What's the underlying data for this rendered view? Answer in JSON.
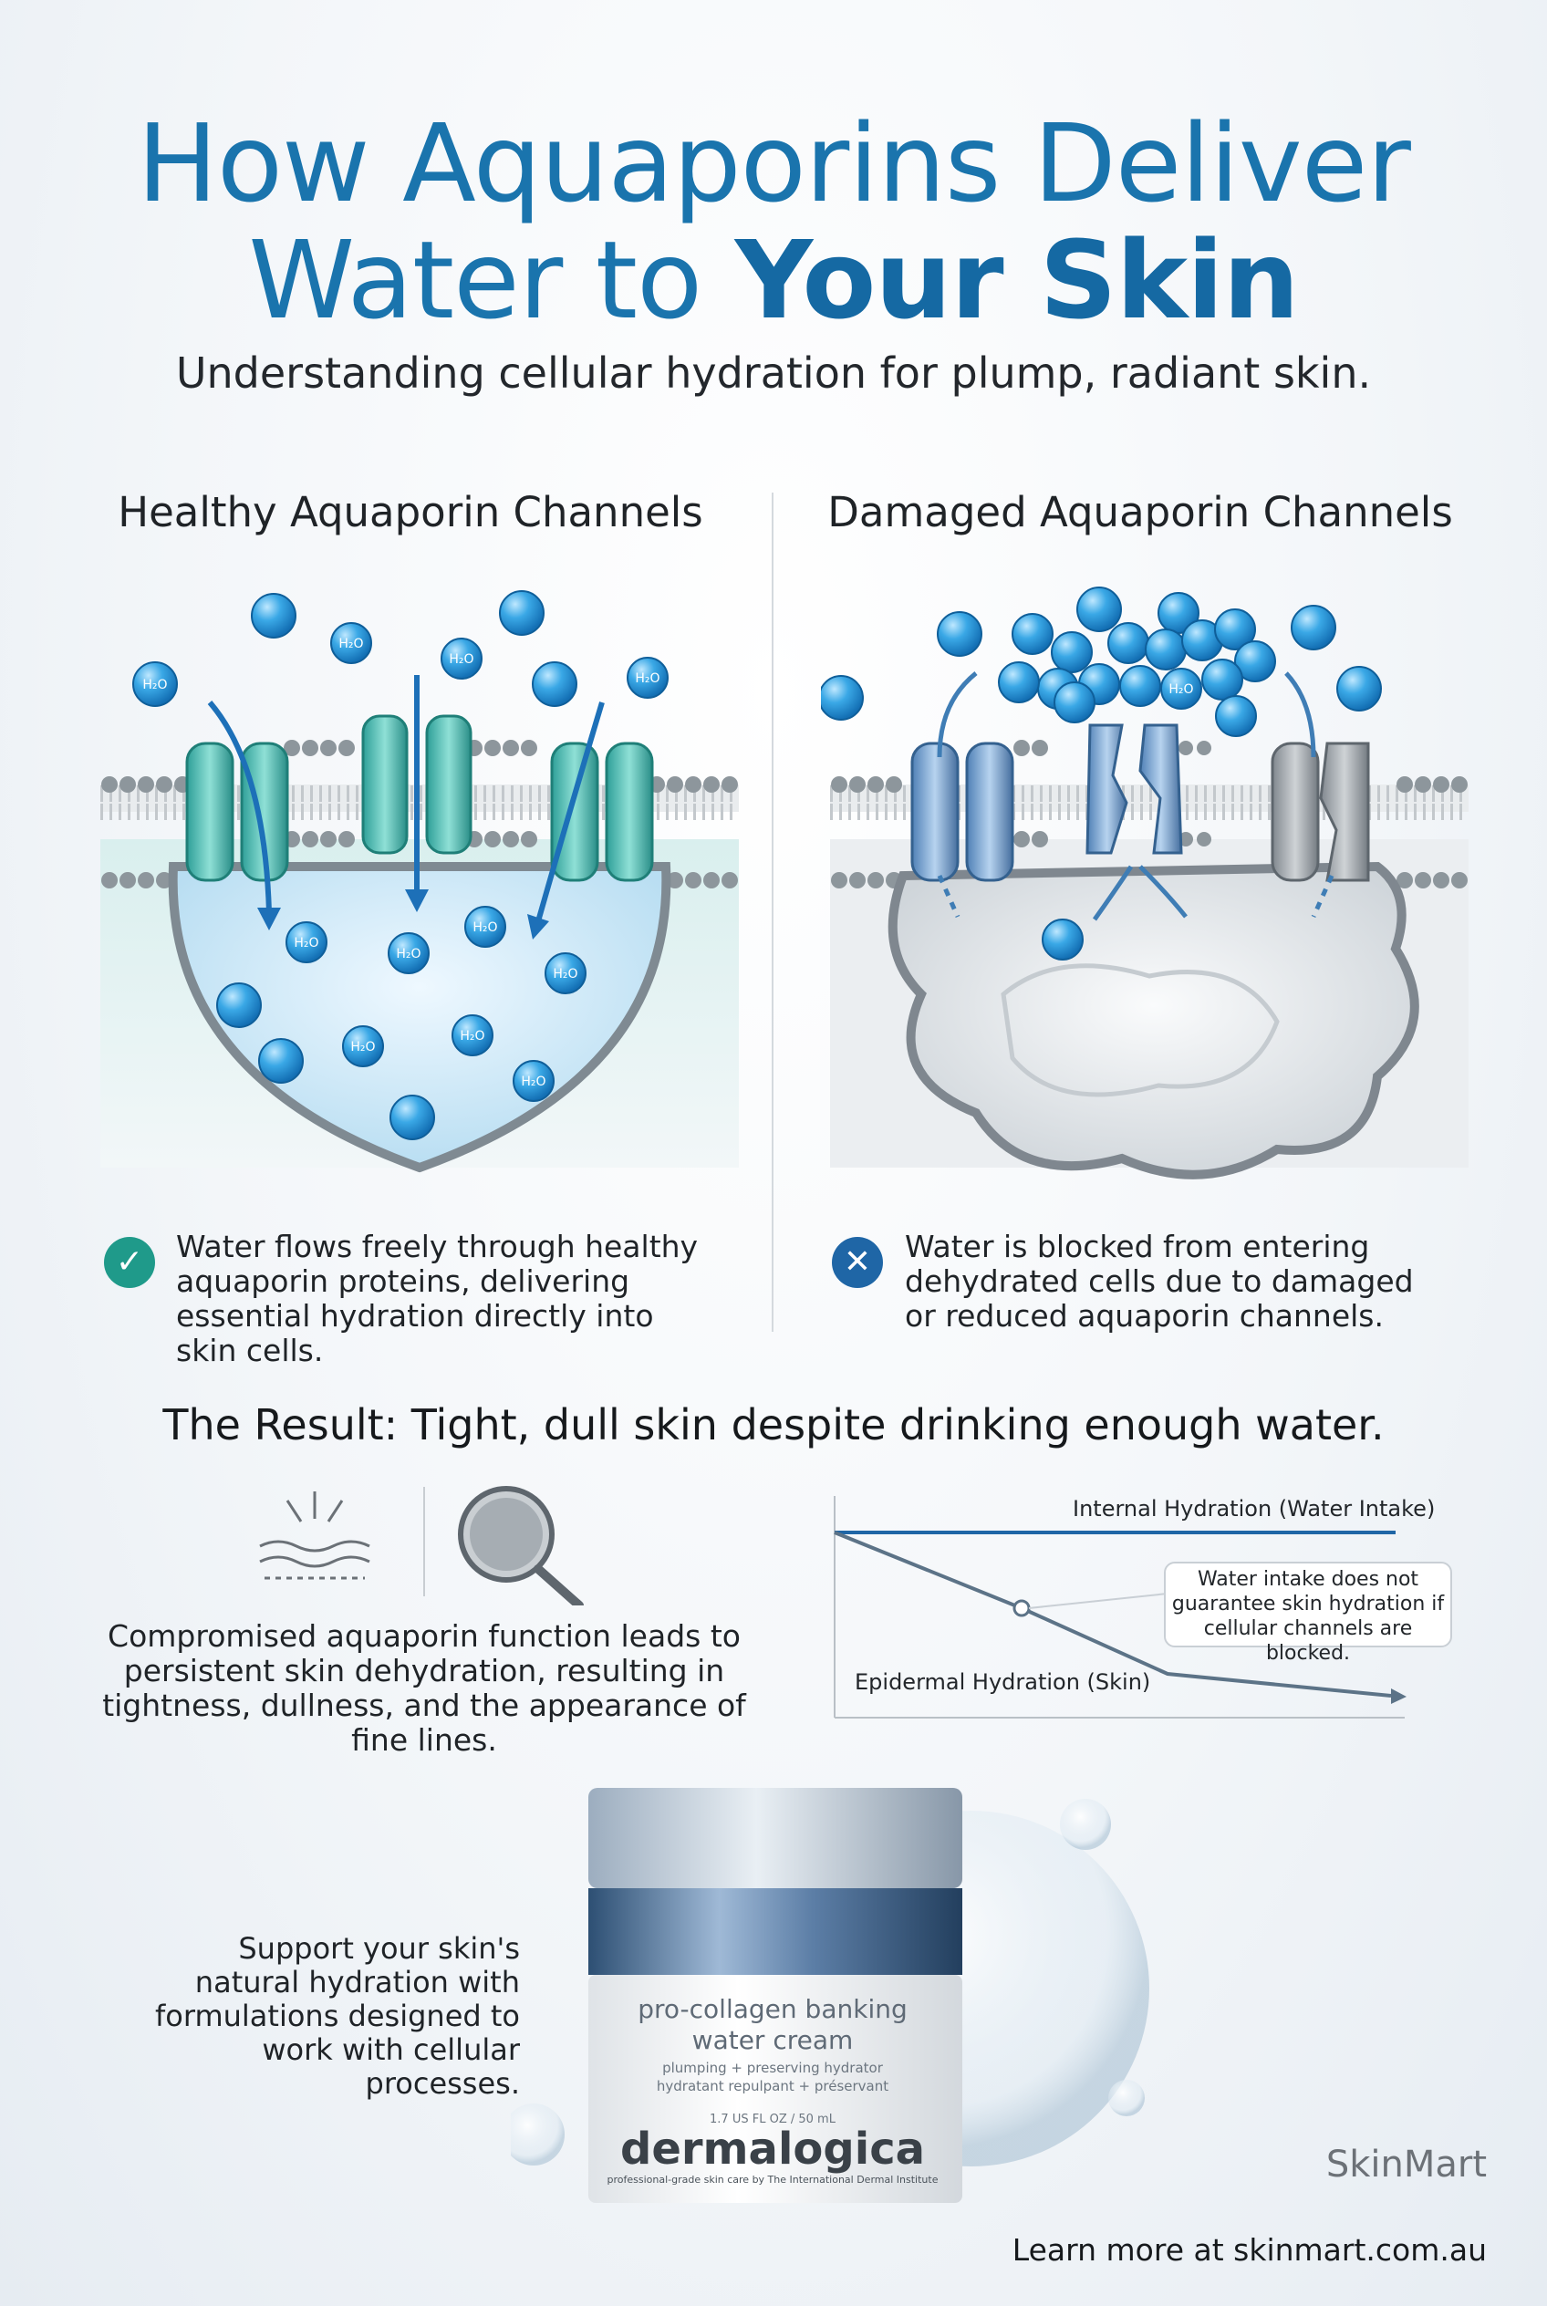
{
  "header": {
    "title_part1": "How Aquaporins Deliver",
    "title_part2": "Water to ",
    "title_part3": "Your Skin",
    "subtitle": "Understanding cellular hydration for plump, radiant skin."
  },
  "healthy": {
    "heading": "Healthy Aquaporin Channels",
    "caption": "Water flows freely through healthy aquaporin proteins, delivering essential hydration directly into skin cells.",
    "molecule_label": "H₂O",
    "status_icon": "check-icon",
    "accent": "#1f9a8a"
  },
  "damaged": {
    "heading": "Damaged Aquaporin Channels",
    "caption": "Water is blocked from entering dehydrated cells due to damaged or reduced aquaporin channels.",
    "molecule_label": "H₂O",
    "status_icon": "close-icon",
    "accent": "#1f66a6"
  },
  "result": {
    "heading": "The Result: Tight, dull skin despite drinking enough water.",
    "body": "Compromised aquaporin function leads to persistent skin dehydration, resulting in tightness, dullness, and the appearance of fine lines."
  },
  "chart": {
    "internal_label": "Internal Hydration (Water Intake)",
    "epidermal_label": "Epidermal Hydration (Skin)",
    "callout": "Water intake does not guarantee skin hydration if cellular channels are blocked."
  },
  "product": {
    "support_text": "Support your skin's natural hydration with formulations designed to work with cellular processes.",
    "name_line1": "pro-collagen banking",
    "name_line2": "water cream",
    "desc_line1": "plumping + preserving hydrator",
    "desc_line2": "hydratant repulpant + préservant",
    "volume": "1.7 US FL OZ / 50 mL",
    "brand": "dermalogica",
    "brand_tagline": "professional-grade skin care by The International Dermal Institute"
  },
  "footer": {
    "brand": "SkinMart",
    "learn_more": "Learn more at skinmart.com.au"
  },
  "colors": {
    "title_blue": "#1a74ad",
    "water_blue": "#3aa0dc",
    "teal_channel": "#4bb8b0",
    "blue_channel": "#5a8fc4",
    "grey_channel": "#9aa1a8"
  }
}
